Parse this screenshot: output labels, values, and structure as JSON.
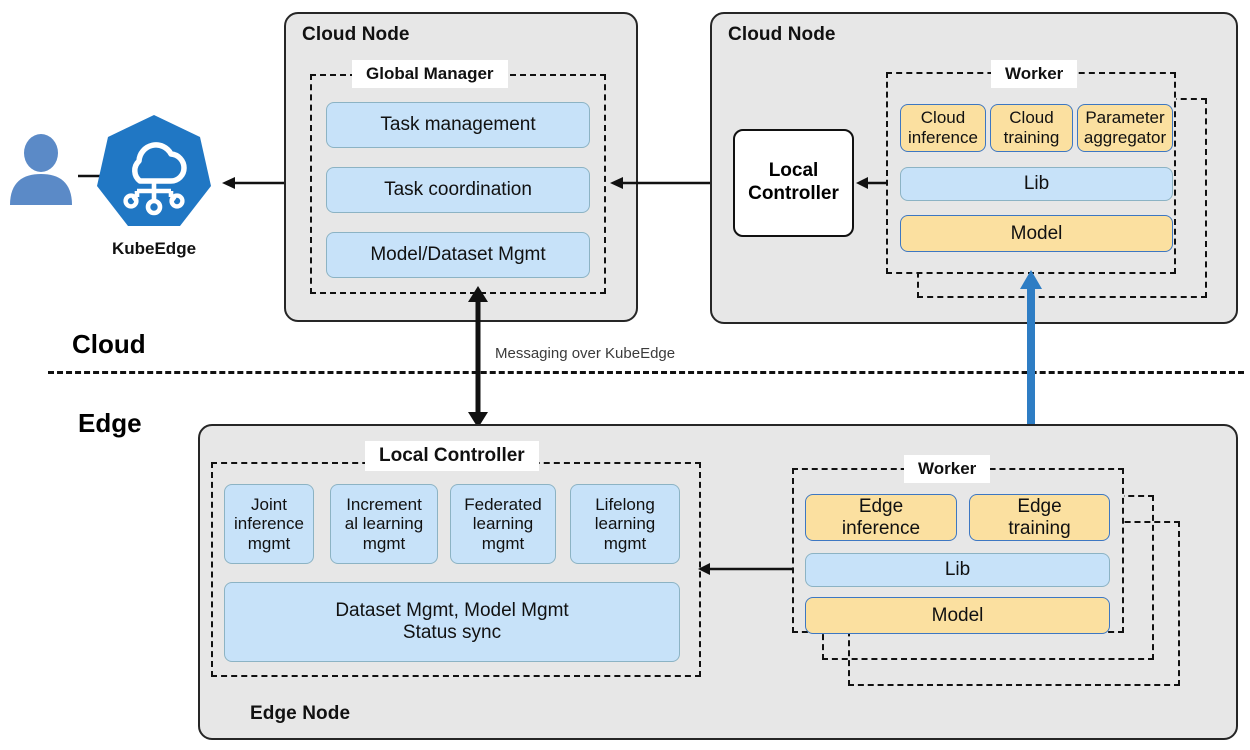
{
  "diagram": {
    "title": "KubeEdge Sedna cloud-edge collaborative AI architecture",
    "colors": {
      "node_fill": "#E7E7E7",
      "node_border": "#262626",
      "box_blue_fill": "#C7E2F9",
      "box_blue_border": "#8CB3C4",
      "box_yellow_fill": "#FBE0A0",
      "box_yellow_border": "#3D77C2",
      "kubeedge_blue": "#2077C4",
      "user_blue": "#5B8AC7",
      "sync_arrow_blue": "#2E7DC4",
      "arrow_black": "#111111"
    }
  },
  "actors": {
    "user_icon": "user-icon",
    "kubeedge": {
      "logo_icon": "kubeedge-cloud-logo-icon",
      "label": "KubeEdge"
    }
  },
  "layers": {
    "cloud_label": "Cloud",
    "edge_label": "Edge",
    "divider_messaging_label": "Messaging over KubeEdge"
  },
  "cloud_node_manager": {
    "node_title": "Cloud Node",
    "group_caption": "Global Manager",
    "items": [
      {
        "label": "Task management"
      },
      {
        "label": "Task coordination"
      },
      {
        "label": "Model/Dataset Mgmt"
      }
    ]
  },
  "cloud_node_worker": {
    "node_title": "Cloud Node",
    "local_controller_label": "Local\nController",
    "local_controller_line1": "Local",
    "local_controller_line2": "Controller",
    "group_caption": "Worker",
    "top_items": [
      {
        "line1": "Cloud",
        "line2": "inference"
      },
      {
        "line1": "Cloud",
        "line2": "training"
      },
      {
        "line1": "Parameter",
        "line2": "aggregator"
      }
    ],
    "lib_label": "Lib",
    "model_label": "Model",
    "stacked_copies": 1
  },
  "edge_node": {
    "node_title": "Edge Node",
    "controller": {
      "group_caption": "Local Controller",
      "features": [
        {
          "line1": "Joint",
          "line2": "inference",
          "line3": "mgmt"
        },
        {
          "line1": "Increment",
          "line2": "al learning",
          "line3": "mgmt"
        },
        {
          "line1": "Federated",
          "line2": "learning",
          "line3": "mgmt"
        },
        {
          "line1": "Lifelong",
          "line2": "learning",
          "line3": "mgmt"
        }
      ],
      "wide_box_line1": "Dataset Mgmt, Model Mgmt",
      "wide_box_line2": "Status sync"
    },
    "worker": {
      "group_caption": "Worker",
      "top_items": [
        {
          "line1": "Edge",
          "line2": "inference"
        },
        {
          "line1": "Edge",
          "line2": "training"
        }
      ],
      "lib_label": "Lib",
      "model_label": "Model",
      "stacked_copies": 2
    }
  },
  "connectors": [
    {
      "name": "user-to-kubeedge-arrow",
      "style": "single-head-black"
    },
    {
      "name": "kubeedge-to-global-manager-arrow",
      "style": "double-head-black"
    },
    {
      "name": "global-manager-to-local-controller-arrow",
      "style": "double-head-black"
    },
    {
      "name": "local-controller-to-cloud-worker-arrow",
      "style": "double-head-black"
    },
    {
      "name": "cloud-to-edge-messaging-arrow",
      "style": "double-head-black-thick"
    },
    {
      "name": "edge-controller-to-edge-worker-arrow",
      "style": "double-head-black"
    },
    {
      "name": "cloud-worker-to-edge-worker-sync-arrow",
      "style": "double-head-blue-thick"
    }
  ]
}
